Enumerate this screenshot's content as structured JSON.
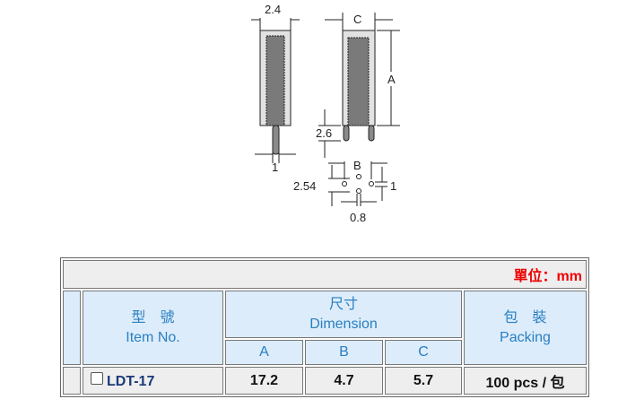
{
  "drawing": {
    "dim_top_left": "2.4",
    "dim_pin_width": "1",
    "dim_c": "C",
    "dim_a": "A",
    "dim_pin_len": "2.6",
    "dim_b": "B",
    "dim_pitch": "2.54",
    "dim_hole_offset": "1",
    "dim_hole_dia": "0.8"
  },
  "table": {
    "unit": "單位：mm",
    "item_zh": "型　號",
    "item_en": "Item No.",
    "dim_zh": "尺寸",
    "dim_en": "Dimension",
    "col_a": "A",
    "col_b": "B",
    "col_c": "C",
    "pack_zh": "包　裝",
    "pack_en": "Packing",
    "rows": [
      {
        "item": "LDT-17",
        "a": "17.2",
        "b": "4.7",
        "c": "5.7",
        "packing": "100 pcs / 包"
      }
    ]
  }
}
